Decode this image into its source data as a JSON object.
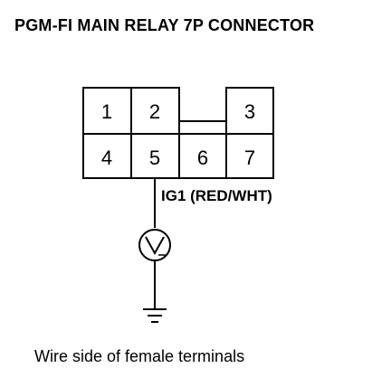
{
  "title": "PGM-FI MAIN RELAY 7P CONNECTOR",
  "connector": {
    "pins_top": [
      "1",
      "2",
      "3"
    ],
    "pins_bottom": [
      "4",
      "5",
      "6",
      "7"
    ]
  },
  "wire": {
    "label": "IG1 (RED/WHT)",
    "pin": "5"
  },
  "meter": {
    "symbol": "V"
  },
  "caption": "Wire side of female terminals"
}
